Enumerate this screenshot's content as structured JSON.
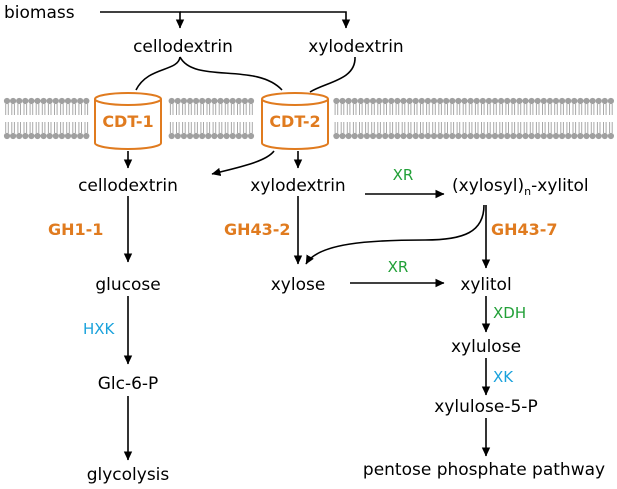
{
  "colors": {
    "transporter": "#e07b1f",
    "green_cofactor": "#22a038",
    "blue_cofactor": "#1aa2dc",
    "text": "#000000",
    "membrane_head": "#a0a0a0",
    "membrane_tail": "#a8a8a8"
  },
  "labels": {
    "biomass": "biomass",
    "cellodextrin_out": "cellodextrin",
    "xylodextrin_out": "xylodextrin",
    "cellodextrin_in": "cellodextrin",
    "xylodextrin_in": "xylodextrin",
    "xylosyl_xylitol_a": "(xylosyl)",
    "xylosyl_xylitol_sub": "n",
    "xylosyl_xylitol_b": "-xylitol",
    "glucose": "glucose",
    "xylose": "xylose",
    "xylitol": "xylitol",
    "glc6p": "Glc-6-P",
    "xylulose": "xylulose",
    "xylulose5p": "xylulose-5-P",
    "glycolysis": "glycolysis",
    "ppp": "pentose phosphate pathway"
  },
  "transporters": {
    "cdt1": "CDT-1",
    "cdt2": "CDT-2"
  },
  "enzymes": {
    "gh1_1": "GH1-1",
    "gh43_2": "GH43-2",
    "gh43_7": "GH43-7",
    "xr_top": "XR",
    "xr_mid": "XR",
    "hxk": "HXK",
    "xdh": "XDH",
    "xk": "XK"
  }
}
